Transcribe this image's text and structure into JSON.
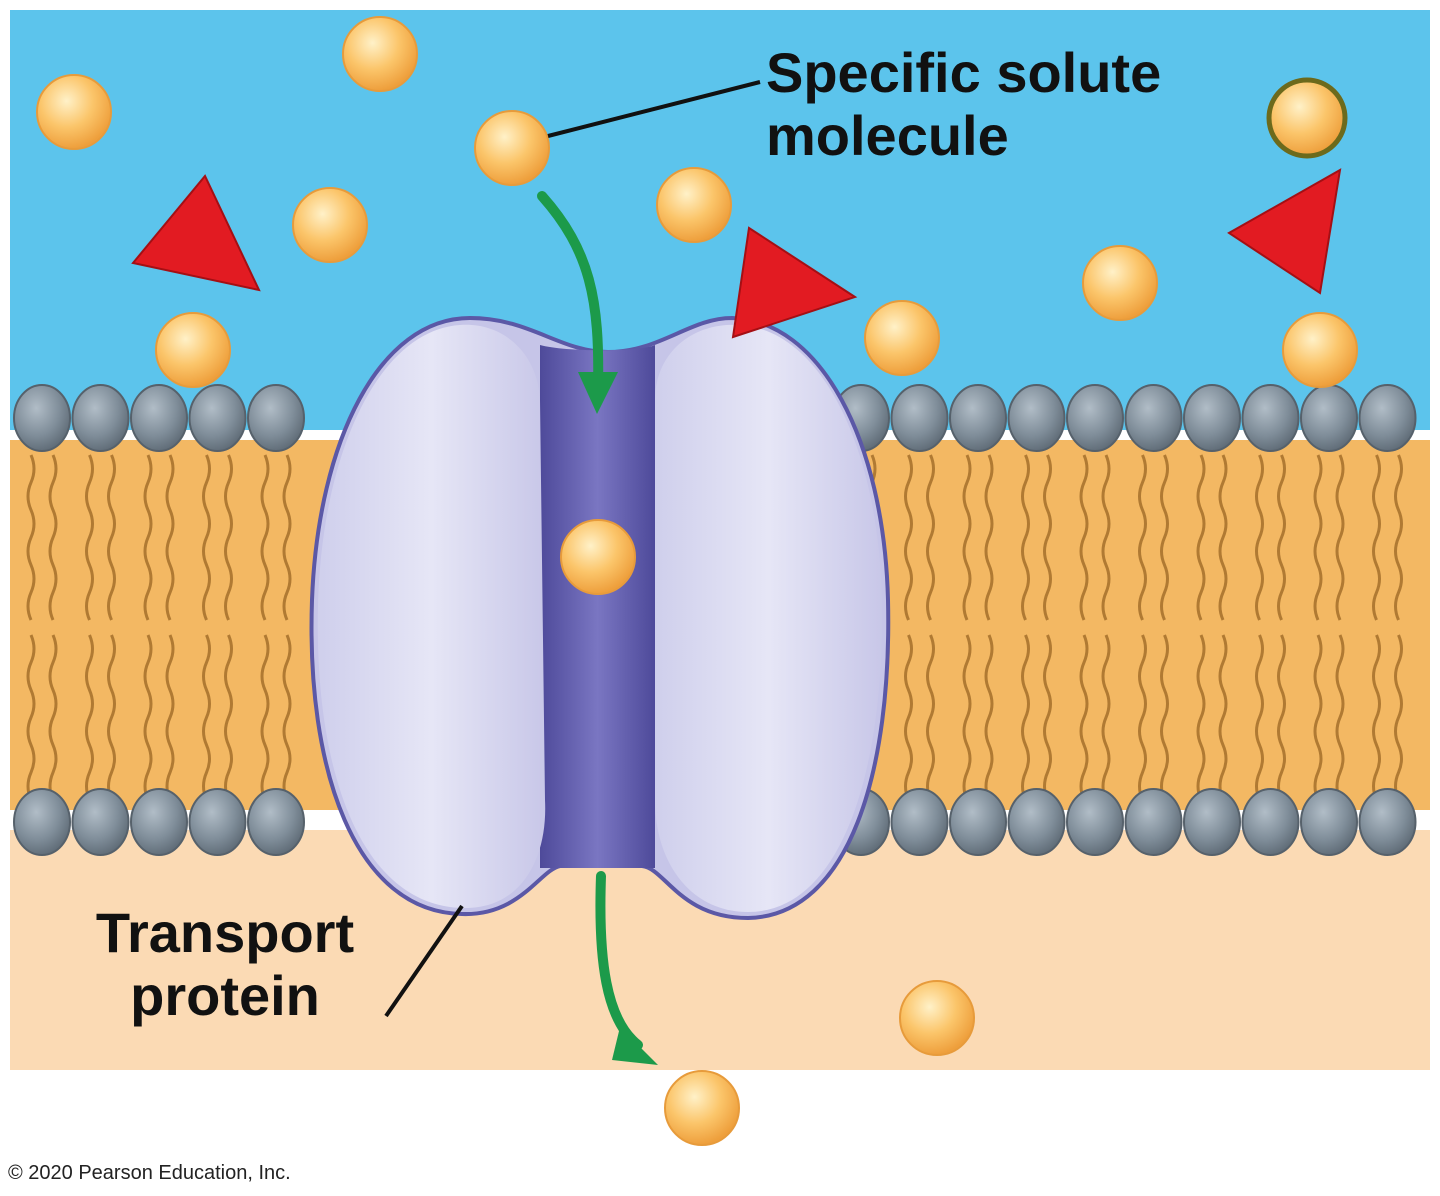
{
  "labels": {
    "solute_line1": "Specific solute",
    "solute_line2": "molecule",
    "protein_line1": "Transport",
    "protein_line2": "protein"
  },
  "copyright": "© 2020 Pearson Education, Inc.",
  "colors": {
    "extracellular": "#5cc4ec",
    "cytoplasm": "#fbdab4",
    "phospholipid_head": "#7d8c98",
    "lipid_tail_fill": "#f3b863",
    "lipid_tail_stroke": "#b07a33",
    "protein_subunit": "#dcdcf2",
    "protein_outline": "#5b58a6",
    "channel": "#6a66b3",
    "solute": "#f7b24f",
    "other_molecule": "#e21b22",
    "arrow": "#1c9a4a"
  }
}
